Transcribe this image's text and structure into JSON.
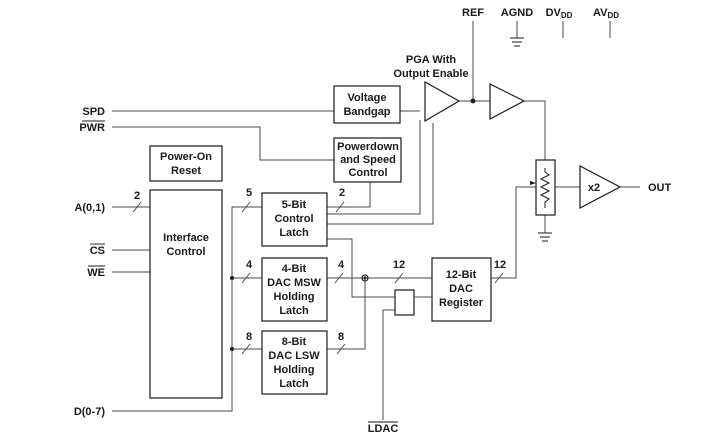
{
  "blocks": {
    "power_on_reset": [
      "Power-On",
      "Reset"
    ],
    "interface_control": [
      "Interface",
      "Control"
    ],
    "voltage_bandgap": [
      "Voltage",
      "Bandgap"
    ],
    "powerdown": [
      "Powerdown",
      "and Speed",
      "Control"
    ],
    "control_latch": [
      "5-Bit",
      "Control",
      "Latch"
    ],
    "msw_latch": [
      "4-Bit",
      "DAC MSW",
      "Holding",
      "Latch"
    ],
    "lsw_latch": [
      "8-Bit",
      "DAC LSW",
      "Holding",
      "Latch"
    ],
    "dac_register": [
      "12-Bit",
      "DAC",
      "Register"
    ],
    "pga_label": [
      "PGA With",
      "Output Enable"
    ],
    "x2_amp": "x2"
  },
  "pins": {
    "spd": "SPD",
    "pwr": "PWR",
    "a01": "A(0,1)",
    "cs": "CS",
    "we": "WE",
    "d07": "D(0-7)",
    "ldac": "LDAC",
    "ref": "REF",
    "agnd": "AGND",
    "dvdd_main": "DV",
    "dvdd_sub": "DD",
    "avdd_main": "AV",
    "avdd_sub": "DD",
    "out": "OUT"
  },
  "bus_widths": {
    "a01": "2",
    "to_control": "5",
    "control_out": "2",
    "to_msw": "4",
    "msw_out": "4",
    "to_lsw": "8",
    "lsw_out": "8",
    "dac_in": "12",
    "dac_out": "12"
  }
}
